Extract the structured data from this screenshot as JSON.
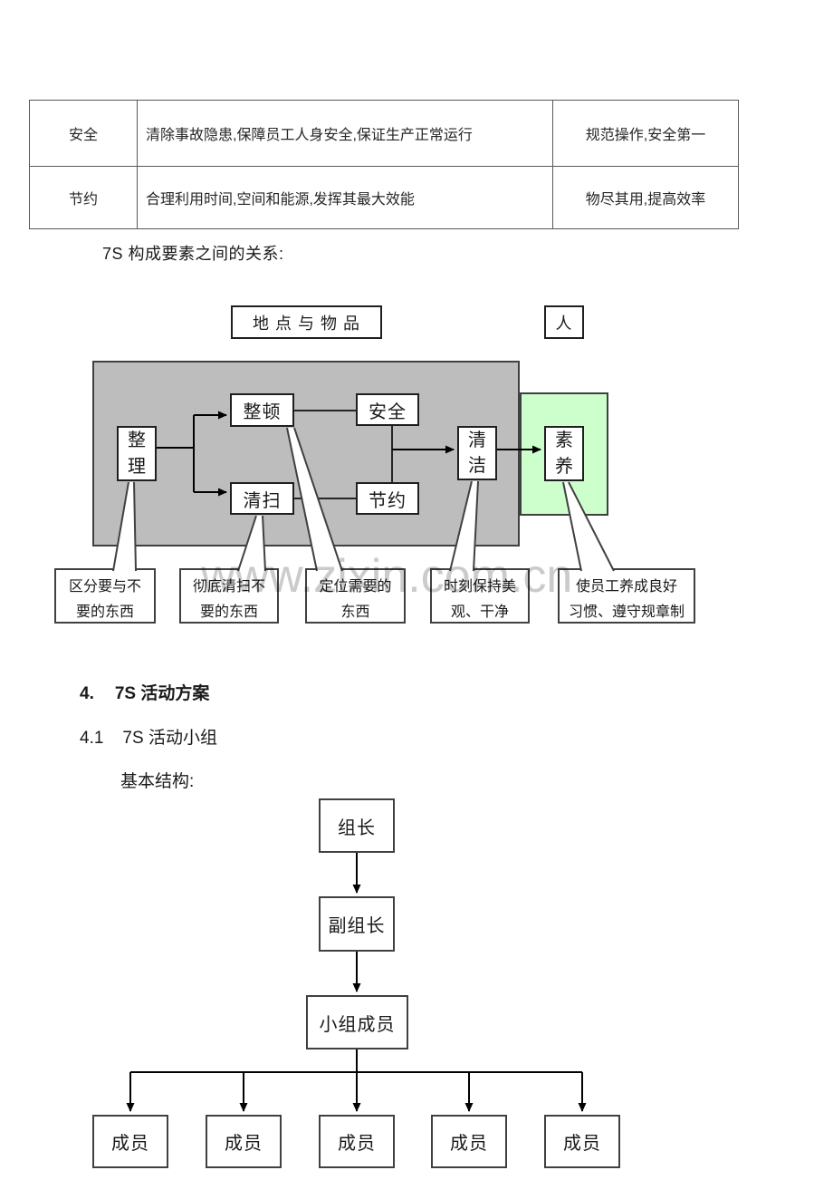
{
  "table": {
    "rows": [
      {
        "term": "安全",
        "description": "清除事故隐患,保障员工人身安全,保证生产正常运行",
        "slogan": "规范操作,安全第一"
      },
      {
        "term": "节约",
        "description": "合理利用时间,空间和能源,发挥其最大效能",
        "slogan": "物尽其用,提高效率"
      }
    ]
  },
  "caption": "7S 构成要素之间的关系:",
  "diagram": {
    "place_box": "地 点 与 物 品",
    "person_box": "人",
    "nodes": {
      "seiri": "整理",
      "seiton": "整顿",
      "seiso": "清扫",
      "safety": "安全",
      "saving": "节约",
      "seiketsu": "清洁",
      "shitsuke": "素养"
    },
    "callouts": [
      {
        "line1": "区分要与不",
        "line2": "要的东西"
      },
      {
        "line1": "彻底清扫不",
        "line2": "要的东西"
      },
      {
        "line1": "定位需要的",
        "line2": "东西"
      },
      {
        "line1": "时刻保持美",
        "line2": "观、干净"
      },
      {
        "line1": "使员工养成良好",
        "line2": "习惯、遵守规章制"
      }
    ],
    "colors": {
      "area_gray": "#bdbdbd",
      "area_green": "#ccffcc"
    },
    "watermark": "www.zixin.com.cn"
  },
  "sections": {
    "h4_num": "4.",
    "h4_title": "7S 活动方案",
    "h41_num": "4.1",
    "h41_title": "7S 活动小组",
    "basic_label": "基本结构:"
  },
  "org": {
    "leader": "组长",
    "deputy": "副组长",
    "team": "小组成员",
    "member": "成员"
  }
}
